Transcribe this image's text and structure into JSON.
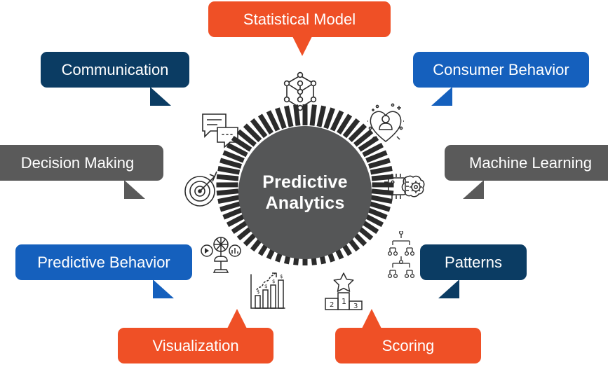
{
  "diagram": {
    "title": "Predictive Analytics",
    "hub": {
      "label": "Predictive\nAnalytics",
      "fill": "#555657",
      "text_color": "#ffffff",
      "ray_color": "#2b2b2b"
    },
    "palette": {
      "orange": "#EF5026",
      "navy": "#0B3C63",
      "blue": "#1560BD",
      "gray": "#5A5A5A",
      "hub_gray": "#555657",
      "white": "#ffffff",
      "background": "#ffffff"
    },
    "callouts": [
      {
        "id": "statistical-model",
        "label": "Statistical Model",
        "color": "#EF5026",
        "tail": "bottom-center-r",
        "position": "top-center"
      },
      {
        "id": "communication",
        "label": "Communication",
        "color": "#0B3C63",
        "tail": "bottom-right",
        "position": "upper-left"
      },
      {
        "id": "consumer-behavior",
        "label": "Consumer Behavior",
        "color": "#1560BD",
        "tail": "bottom-left",
        "position": "upper-right"
      },
      {
        "id": "decision-making",
        "label": "Decision Making",
        "color": "#5A5A5A",
        "tail": "bottom-right",
        "position": "mid-left"
      },
      {
        "id": "machine-learning",
        "label": "Machine Learning",
        "color": "#5A5A5A",
        "tail": "bottom-left",
        "position": "mid-right"
      },
      {
        "id": "predictive-behavior",
        "label": "Predictive Behavior",
        "color": "#1560BD",
        "tail": "bottom-right",
        "position": "lower-left"
      },
      {
        "id": "patterns",
        "label": "Patterns",
        "color": "#0B3C63",
        "tail": "bottom-left",
        "position": "lower-right"
      },
      {
        "id": "visualization",
        "label": "Visualization",
        "color": "#EF5026",
        "tail": "top-right",
        "position": "bottom-left"
      },
      {
        "id": "scoring",
        "label": "Scoring",
        "color": "#EF5026",
        "tail": "top-left",
        "position": "bottom-center"
      }
    ],
    "icons": [
      {
        "id": "network-cube-icon",
        "name": "network-cube",
        "position": "top"
      },
      {
        "id": "chat-bubbles-icon",
        "name": "chat-bubbles",
        "position": "upper-left"
      },
      {
        "id": "consumer-ai-icon",
        "name": "consumer-ai-person",
        "position": "upper-right"
      },
      {
        "id": "target-dart-icon",
        "name": "target-dart",
        "position": "left"
      },
      {
        "id": "chip-brain-icon",
        "name": "chip-brain",
        "position": "right"
      },
      {
        "id": "media-presenter-icon",
        "name": "media-presenter",
        "position": "lower-left"
      },
      {
        "id": "pattern-tree-icon",
        "name": "pattern-tree",
        "position": "lower-right"
      },
      {
        "id": "bar-chart-icon",
        "name": "bar-chart-growth",
        "position": "bottom-left"
      },
      {
        "id": "podium-star-icon",
        "name": "podium-star",
        "position": "bottom-right"
      }
    ]
  }
}
